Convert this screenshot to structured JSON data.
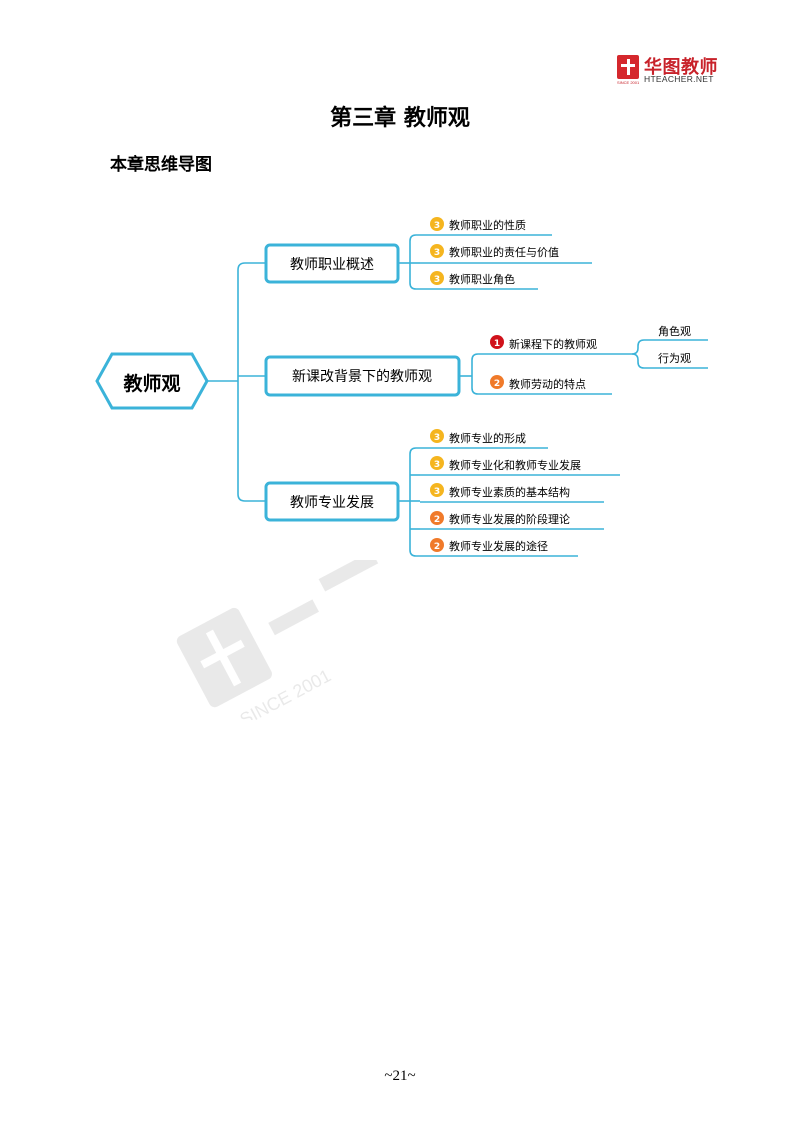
{
  "header": {
    "brand": "华图教师",
    "url": "HTEACHER.NET",
    "tagline": "SINCE 2001"
  },
  "chapter_title": "第三章  教师观",
  "section_title": "本章思维导图",
  "mindmap": {
    "root": "教师观",
    "branches": [
      {
        "label": "教师职业概述",
        "items": [
          {
            "badge": "3",
            "label": "教师职业的性质"
          },
          {
            "badge": "3",
            "label": "教师职业的责任与价值"
          },
          {
            "badge": "3",
            "label": "教师职业角色"
          }
        ]
      },
      {
        "label": "新课改背景下的教师观",
        "items": [
          {
            "badge": "1",
            "label": "新课程下的教师观",
            "children": [
              "角色观",
              "行为观"
            ]
          },
          {
            "badge": "2",
            "label": "教师劳动的特点"
          }
        ]
      },
      {
        "label": "教师专业发展",
        "items": [
          {
            "badge": "3",
            "label": "教师专业的形成"
          },
          {
            "badge": "3",
            "label": "教师专业化和教师专业发展"
          },
          {
            "badge": "3",
            "label": "教师专业素质的基本结构"
          },
          {
            "badge": "2",
            "label": "教师专业发展的阶段理论"
          },
          {
            "badge": "2",
            "label": "教师专业发展的途径"
          }
        ]
      }
    ],
    "colors": {
      "line": "#3bb3d9",
      "badge_1": "#d0121b",
      "badge_2": "#f07a2a",
      "badge_3": "#f5b51f"
    }
  },
  "watermark_text": "SINCE 2001",
  "page_number": "~21~"
}
